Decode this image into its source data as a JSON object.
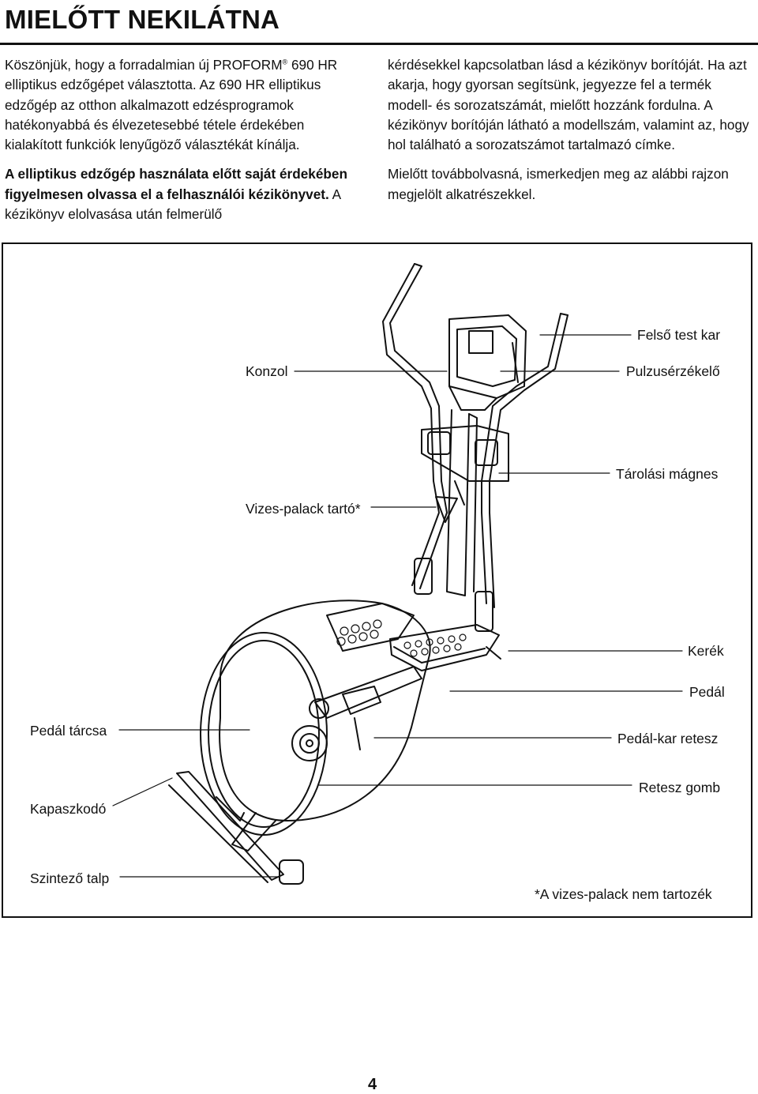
{
  "title": "MIELŐTT NEKILÁTNA",
  "intro": {
    "p1_before_reg": "Köszönjük, hogy a forradalmian új PROFORM",
    "reg_mark": "®",
    "p1_after_reg": " 690 HR elliptikus edzőgépet választotta. Az 690 HR elliptikus edzőgép az otthon alkalmazott edzésprogramok hatékonyabbá és élvezetesebbé tétele érdekében kialakított funkciók lenyűgöző választékát kínálja.",
    "p2_bold": "A elliptikus edzőgép használata előtt saját érdekében figyelmesen olvassa el a felhasználói kézikönyvet.",
    "p2_rest": " A kézikönyv elolvasása után felmerülő kérdésekkel kapcsolatban lásd a kézikönyv borítóját. Ha azt akarja, hogy gyorsan segítsünk, jegyezze fel a termék modell- és sorozatszámát, mielőtt hozzánk fordulna. A kézikönyv borítóján látható a modellszám, valamint az, hogy hol található a sorozatszámot tartalmazó címke.",
    "p3": "Mielőtt továbbolvasná, ismerkedjen meg az alábbi rajzon megjelölt alkatrészekkel."
  },
  "labels": {
    "upper_arm": "Felső test kar",
    "console": "Konzol",
    "pulse_sensor": "Pulzusérzékelő",
    "storage_magnet": "Tárolási mágnes",
    "bottle_holder": "Vizes-palack tartó*",
    "wheel": "Kerék",
    "pedal": "Pedál",
    "pedal_disc": "Pedál tárcsa",
    "pedal_arm_latch": "Pedál-kar retesz",
    "latch_knob": "Retesz gomb",
    "handle": "Kapaszkodó",
    "leveling_foot": "Szintező talp",
    "footnote": "*A vizes-palack nem tartozék"
  },
  "page_number": "4"
}
